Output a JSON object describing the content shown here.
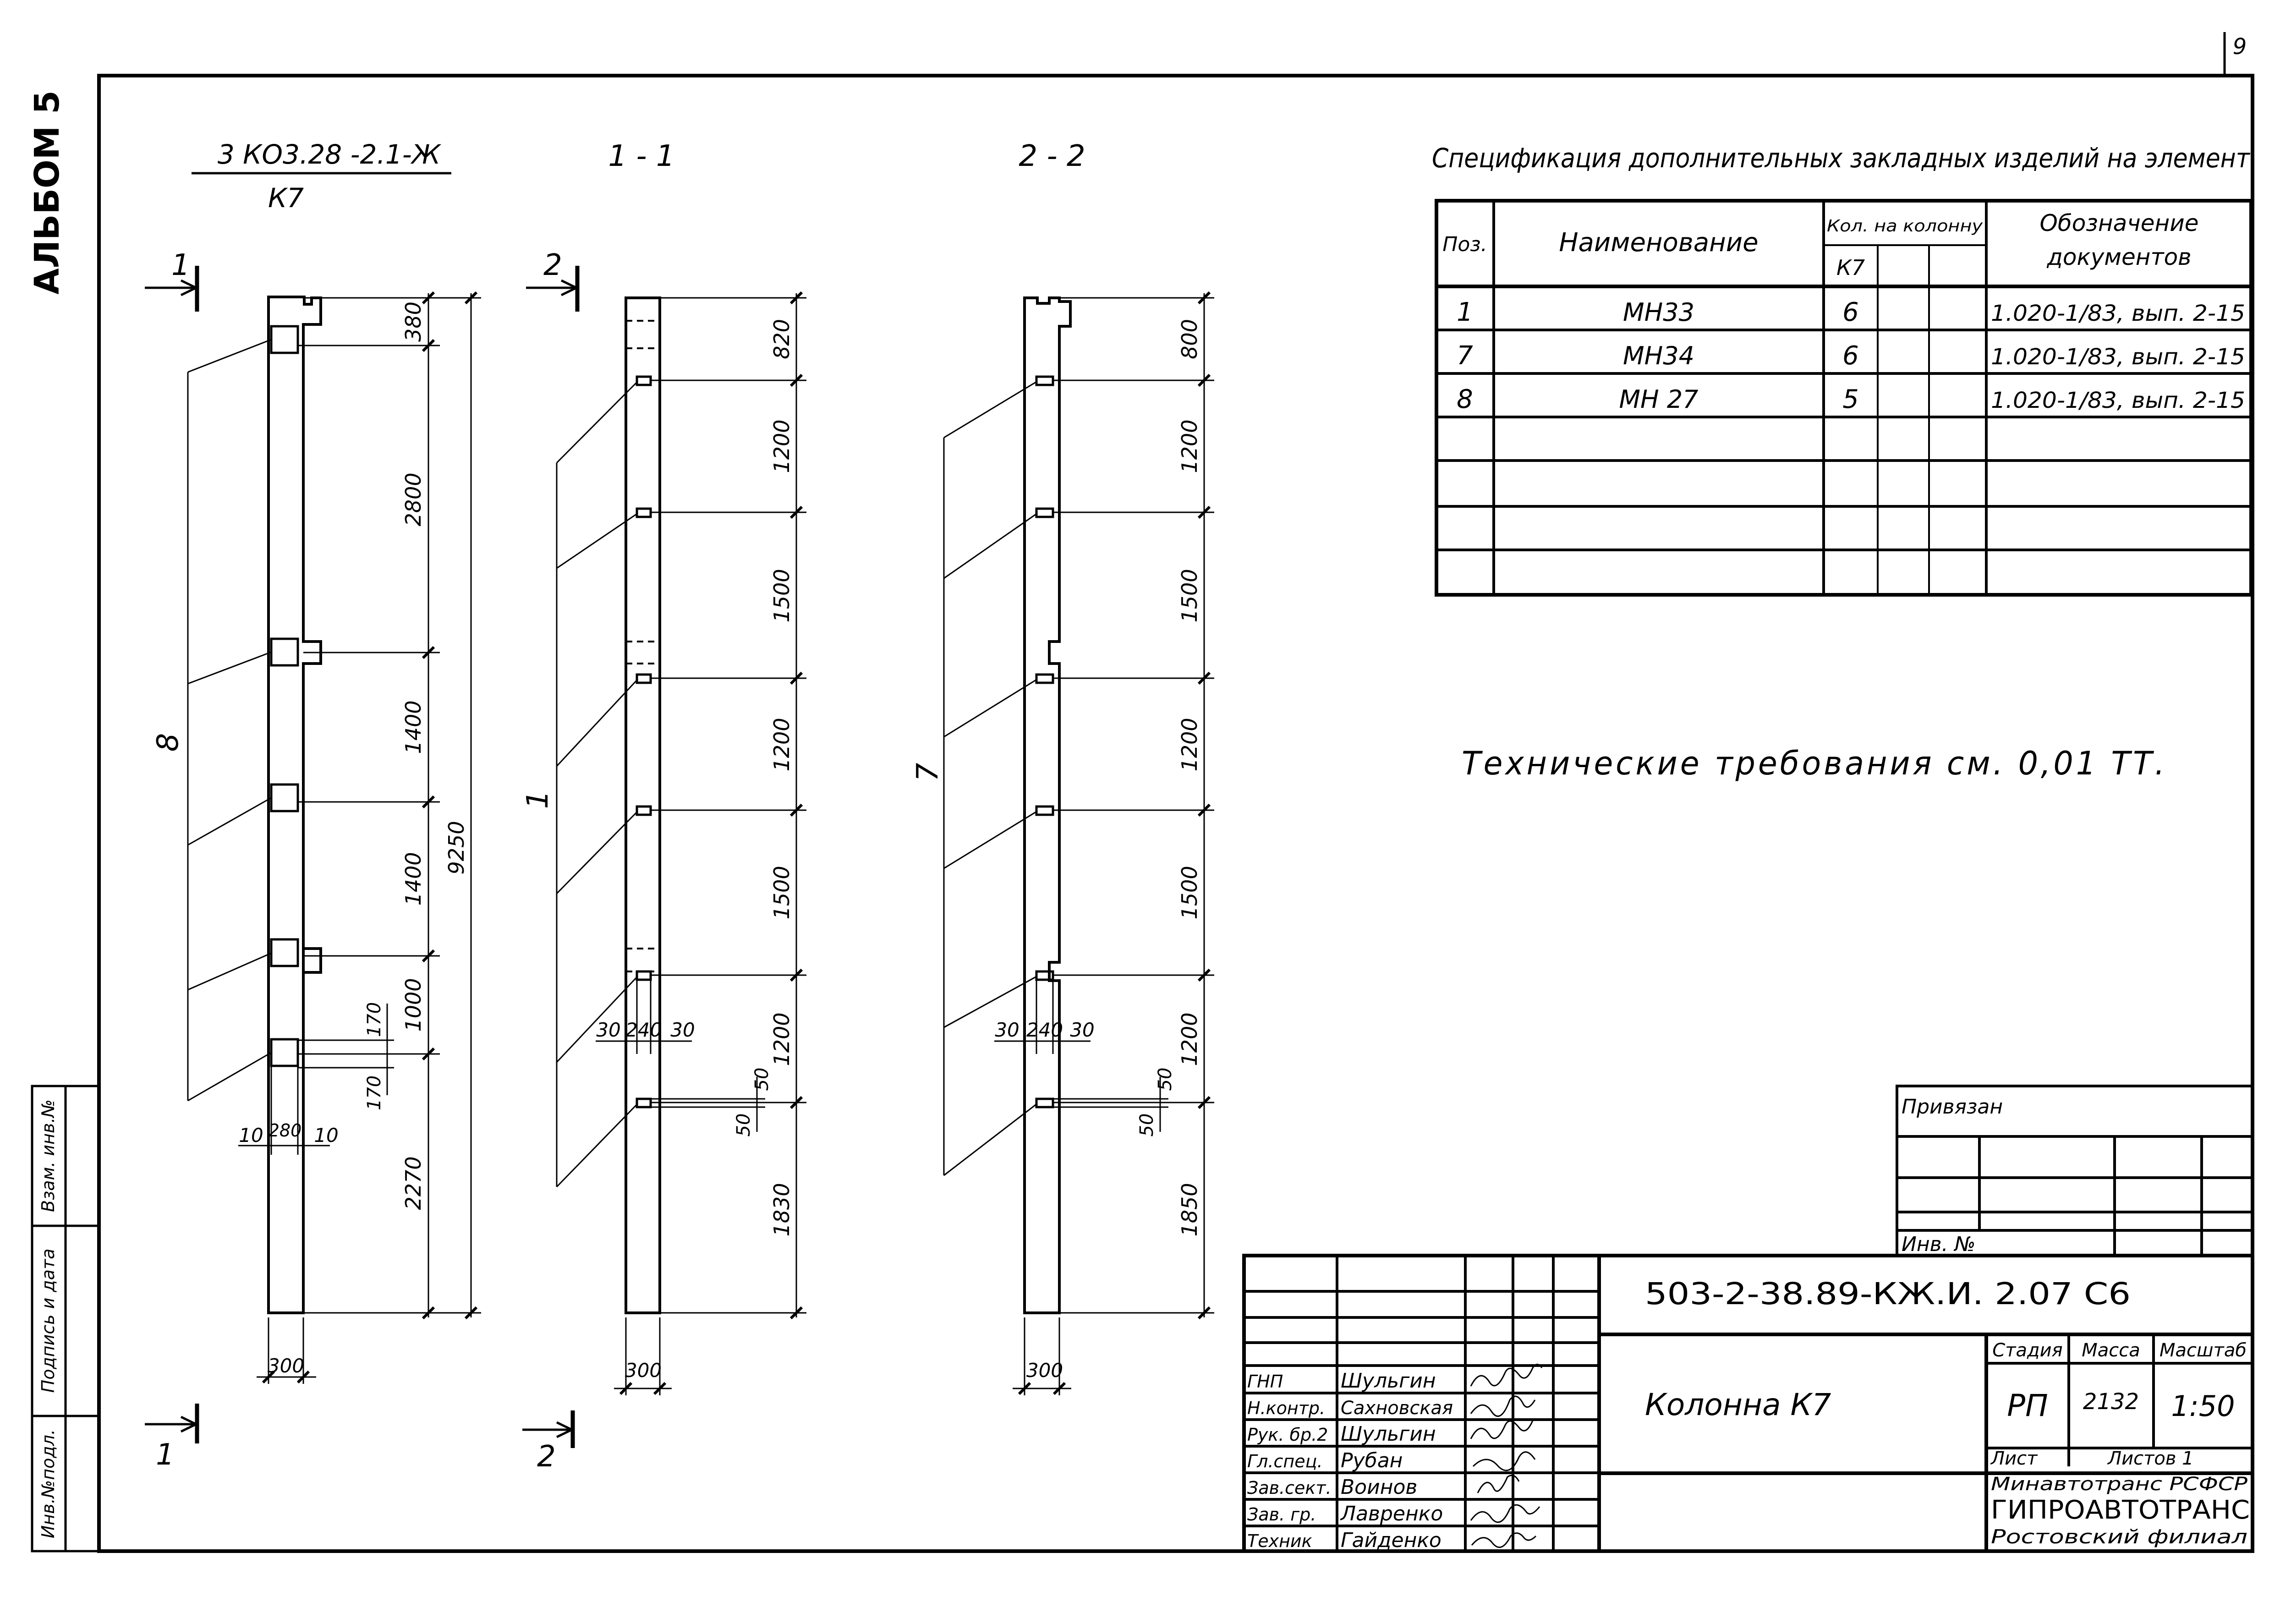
{
  "album_label": "АЛЬБОМ 5",
  "sheet_number": "9",
  "views": {
    "main": {
      "title": "3 КО3.28 -2.1-Ж",
      "subtitle": "К7",
      "section_mark": "1",
      "callout": "8",
      "dims_right": [
        "380",
        "2800",
        "1400",
        "1400",
        "1000",
        "2270"
      ],
      "dim_total": "9250",
      "dims_detail": [
        "170",
        "170"
      ],
      "dims_bottom": [
        "10",
        "280",
        "10"
      ],
      "width": "300"
    },
    "section_1": {
      "title": "1 - 1",
      "section_mark": "2",
      "callout": "1",
      "dims_right": [
        "820",
        "1200",
        "1500",
        "1200",
        "1500",
        "1200",
        "1830"
      ],
      "dims_detail": [
        "30",
        "240",
        "30"
      ],
      "dims_small": [
        "50",
        "50"
      ],
      "width": "300"
    },
    "section_2": {
      "title": "2 - 2",
      "callout": "7",
      "dims_right": [
        "800",
        "1200",
        "1500",
        "1200",
        "1500",
        "1200",
        "1850"
      ],
      "dims_detail": [
        "30",
        "240",
        "30"
      ],
      "dims_small": [
        "50",
        "50"
      ],
      "width": "300"
    }
  },
  "spec": {
    "title": "Спецификация дополнительных закладных изделий на элемент",
    "headers": {
      "pos": "Поз.",
      "name": "Наименование",
      "qty": "Кол. на колонну",
      "qty_sub": "К7",
      "doc": "Обозначение документов"
    },
    "rows": [
      {
        "pos": "1",
        "name": "МН33",
        "qty": "6",
        "doc": "1.020-1/83, вып. 2-15"
      },
      {
        "pos": "7",
        "name": "МН34",
        "qty": "6",
        "doc": "1.020-1/83, вып. 2-15"
      },
      {
        "pos": "8",
        "name": "МН 27",
        "qty": "5",
        "doc": "1.020-1/83, вып. 2-15"
      }
    ]
  },
  "tech_requirements": "Технические требования см. 0,01 ТТ.",
  "stamps": {
    "binding_label": "Привязан",
    "inv_label": "Инв. №",
    "left_strip": [
      "Инв.№подл.",
      "Подпись и дата",
      "Взам. инв.№"
    ]
  },
  "title_block": {
    "designation": "503-2-38.89-КЖ.И. 2.07 С6",
    "name": "Колонна К7",
    "headers": {
      "stage": "Стадия",
      "mass": "Масса",
      "scale": "Масштаб",
      "sheet": "Лист",
      "sheets": "Листов 1"
    },
    "values": {
      "stage": "РП",
      "mass": "2132",
      "scale": "1:50"
    },
    "org": [
      "Минавтотранс РСФСР",
      "ГИПРОАВТОТРАНС",
      "Ростовский филиал"
    ],
    "staff": [
      {
        "role": "ГНП",
        "name": "Шульгин"
      },
      {
        "role": "Н.контр.",
        "name": "Сахновская"
      },
      {
        "role": "Рук. бр.2",
        "name": "Шульгин"
      },
      {
        "role": "Гл.спец.",
        "name": "Рубан"
      },
      {
        "role": "Зав.сект.",
        "name": "Воинов"
      },
      {
        "role": "Зав. гр.",
        "name": "Лавренко"
      },
      {
        "role": "Техник",
        "name": "Гайденко"
      }
    ]
  }
}
